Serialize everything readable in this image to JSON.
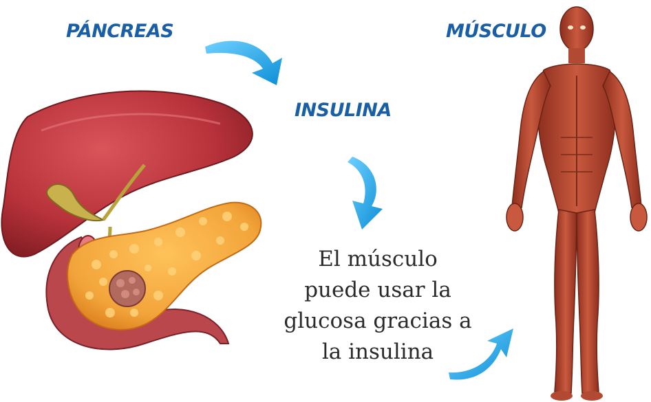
{
  "labels": {
    "pancreas": "PÁNCREAS",
    "insulina": "INSULINA",
    "musculo": "MÚSCULO"
  },
  "caption": {
    "lines": [
      "El músculo",
      "puede usar la",
      "glucosa gracias a",
      "la insulina"
    ]
  },
  "colors": {
    "label": "#1a5fa6",
    "arrow": "#1aa7e8",
    "liver": "#b8323a",
    "pancreas": "#f2a43a",
    "muscle": "#c0523a"
  },
  "icons": {
    "arrow": "curved-arrow-icon"
  }
}
